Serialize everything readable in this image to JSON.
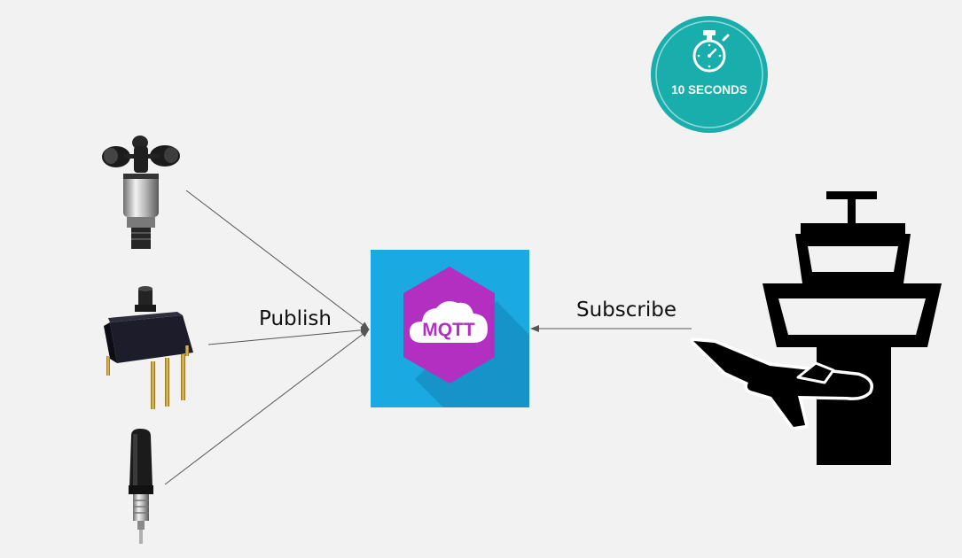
{
  "labels": {
    "publish": "Publish",
    "subscribe": "Subscribe"
  },
  "broker": {
    "text": "MQTT",
    "icon": "mqtt-cloud-icon"
  },
  "timer": {
    "text": "10 SECONDS",
    "icon": "stopwatch-icon"
  },
  "sensors": [
    {
      "icon": "anemometer-sensor-icon"
    },
    {
      "icon": "pressure-sensor-icon"
    },
    {
      "icon": "probe-sensor-icon"
    }
  ],
  "subscriber": {
    "icon": "control-tower-airplane-icon"
  },
  "colors": {
    "background": "#f2f2f2",
    "broker_bg": "#1aa9e0",
    "broker_hex": "#b22fc2",
    "broker_text": "#b22fc2",
    "timer_circle": "#19aeab",
    "arrow": "#555555",
    "tower": "#000000"
  }
}
